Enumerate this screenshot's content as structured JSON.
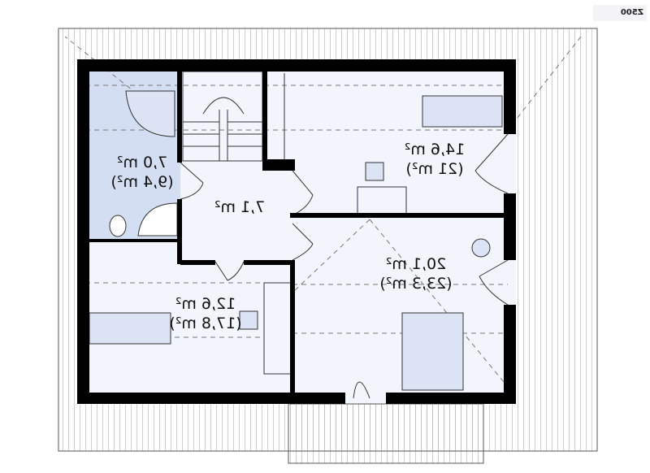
{
  "logo": {
    "text": "Z500"
  },
  "rooms": [
    {
      "id": "bathroom",
      "area": "7,0 m²",
      "gross": "(9,4 m²)"
    },
    {
      "id": "hall",
      "area": "7,1 m²"
    },
    {
      "id": "bedroom-top-right",
      "area": "14,6 m²",
      "gross": "(21 m²)"
    },
    {
      "id": "bedroom-bottom-right",
      "area": "20,1 m²",
      "gross": "(23,3 m²)"
    },
    {
      "id": "bedroom-bottom-left",
      "area": "12,6 m²",
      "gross": "(17,8 m²)"
    }
  ],
  "colors": {
    "wall": "#000000",
    "bathroom": "#d4def2",
    "floor": "#f2f5fb",
    "furniture": "#dbe3f4"
  }
}
